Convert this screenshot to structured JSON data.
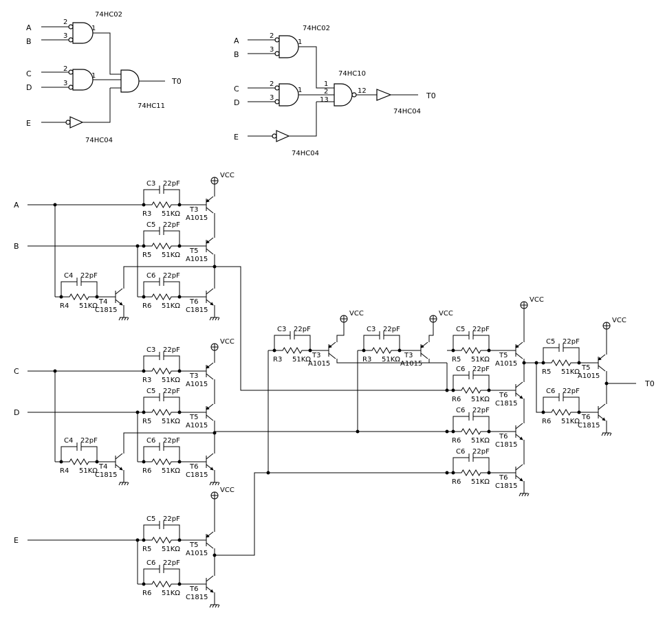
{
  "gates": {
    "nor": "74HC02",
    "and3": "74HC11",
    "nand3": "74HC10",
    "inv": "74HC04",
    "pin1": "1",
    "pin2": "2",
    "pin3": "3",
    "pin12": "12",
    "pin13": "13"
  },
  "signals": {
    "a": "A",
    "b": "B",
    "c": "C",
    "d": "D",
    "e": "E",
    "out": "T0",
    "vcc": "VCC"
  },
  "parts": {
    "cap_value": "22pF",
    "res_value": "51KΩ",
    "pnp_model": "A1015",
    "npn_model": "C1815",
    "C3": "C3",
    "C4": "C4",
    "C5": "C5",
    "C6": "C6",
    "R3": "R3",
    "R4": "R4",
    "R5": "R5",
    "R6": "R6",
    "T3": "T3",
    "T4": "T4",
    "T5": "T5",
    "T6": "T6"
  }
}
